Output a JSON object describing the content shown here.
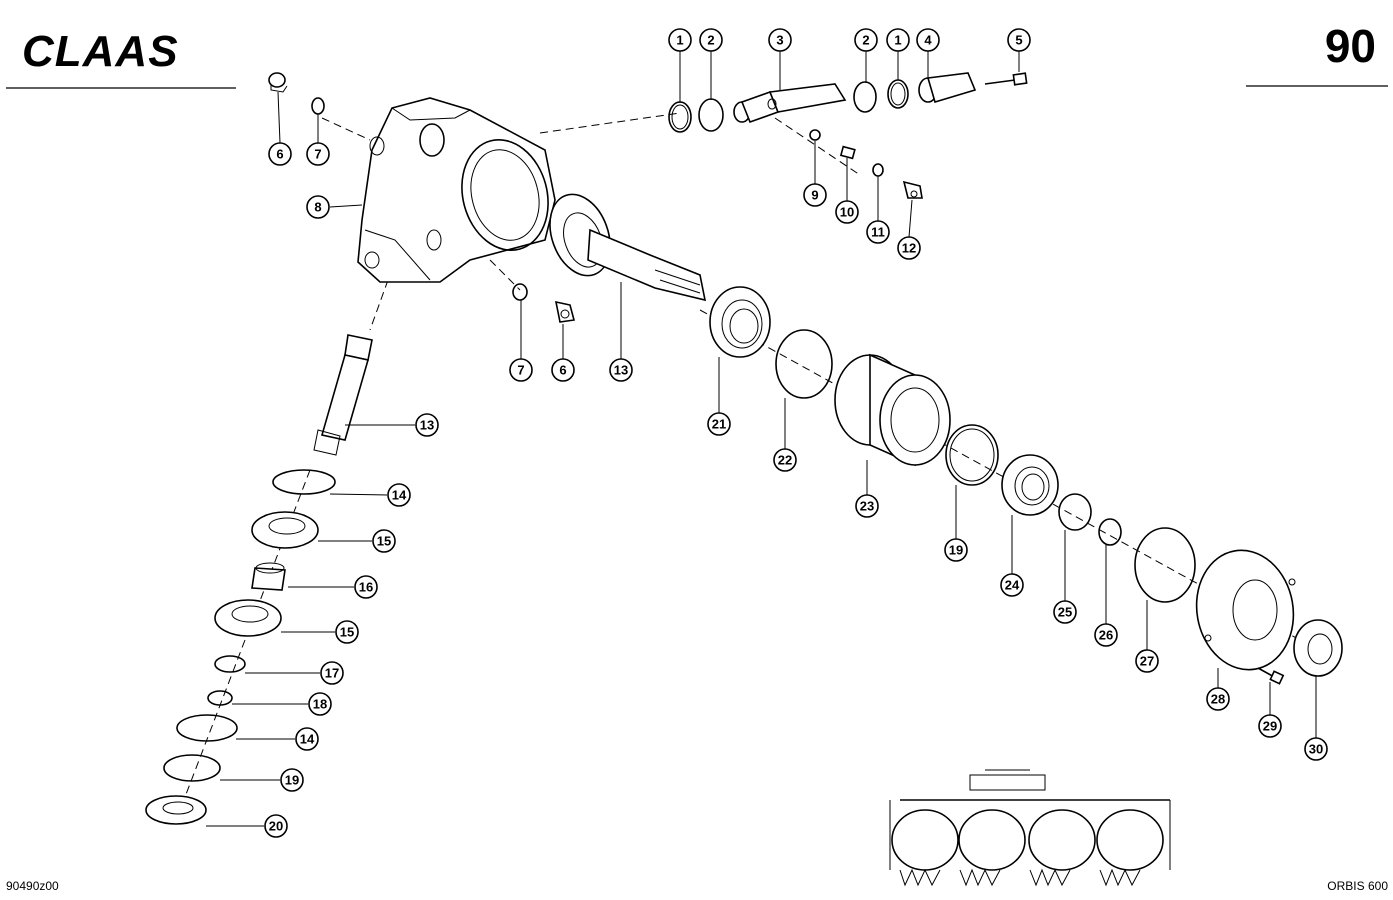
{
  "header": {
    "brand": "CLAAS",
    "page_number": "90"
  },
  "footer": {
    "drawing_id": "90490z00",
    "model": "ORBIS 600"
  },
  "callouts": [
    {
      "id": "c1a",
      "label": "1"
    },
    {
      "id": "c2a",
      "label": "2"
    },
    {
      "id": "c3",
      "label": "3"
    },
    {
      "id": "c2b",
      "label": "2"
    },
    {
      "id": "c1b",
      "label": "1"
    },
    {
      "id": "c4",
      "label": "4"
    },
    {
      "id": "c5",
      "label": "5"
    },
    {
      "id": "c6a",
      "label": "6"
    },
    {
      "id": "c7a",
      "label": "7"
    },
    {
      "id": "c8",
      "label": "8"
    },
    {
      "id": "c9",
      "label": "9"
    },
    {
      "id": "c10",
      "label": "10"
    },
    {
      "id": "c11",
      "label": "11"
    },
    {
      "id": "c12",
      "label": "12"
    },
    {
      "id": "c7b",
      "label": "7"
    },
    {
      "id": "c6b",
      "label": "6"
    },
    {
      "id": "c13a",
      "label": "13"
    },
    {
      "id": "c13b",
      "label": "13"
    },
    {
      "id": "c14a",
      "label": "14"
    },
    {
      "id": "c15a",
      "label": "15"
    },
    {
      "id": "c16",
      "label": "16"
    },
    {
      "id": "c15b",
      "label": "15"
    },
    {
      "id": "c17",
      "label": "17"
    },
    {
      "id": "c18",
      "label": "18"
    },
    {
      "id": "c14b",
      "label": "14"
    },
    {
      "id": "c19a",
      "label": "19"
    },
    {
      "id": "c20",
      "label": "20"
    },
    {
      "id": "c21",
      "label": "21"
    },
    {
      "id": "c22",
      "label": "22"
    },
    {
      "id": "c23",
      "label": "23"
    },
    {
      "id": "c19b",
      "label": "19"
    },
    {
      "id": "c24",
      "label": "24"
    },
    {
      "id": "c25",
      "label": "25"
    },
    {
      "id": "c26",
      "label": "26"
    },
    {
      "id": "c27",
      "label": "27"
    },
    {
      "id": "c28",
      "label": "28"
    },
    {
      "id": "c29",
      "label": "29"
    },
    {
      "id": "c30",
      "label": "30"
    }
  ]
}
